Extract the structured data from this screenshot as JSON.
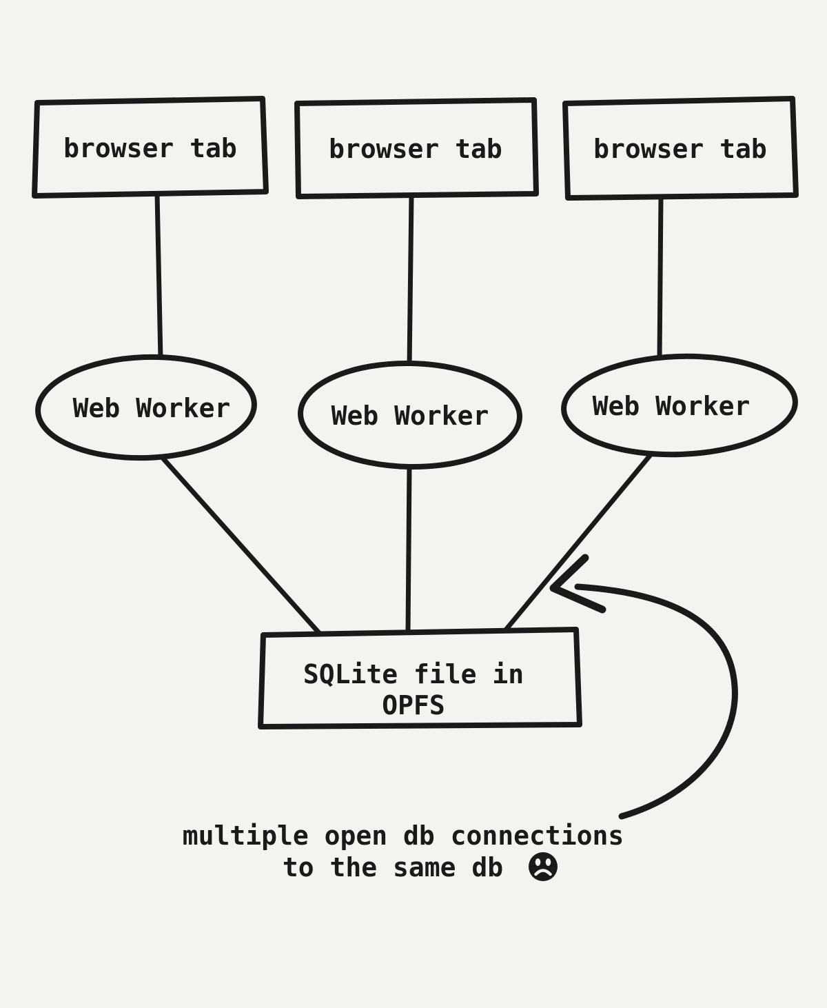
{
  "theme": {
    "background": "#f5f3ef",
    "ink": "#1a1a1a"
  },
  "diagram": {
    "tabs": [
      {
        "label": "browser tab"
      },
      {
        "label": "browser tab"
      },
      {
        "label": "browser tab"
      }
    ],
    "workers": [
      {
        "label": "Web Worker"
      },
      {
        "label": "Web Worker"
      },
      {
        "label": "Web Worker"
      }
    ],
    "db": {
      "line1": "SQLite file in",
      "line2": "OPFS"
    },
    "annotation": {
      "line1": "multiple open db connections",
      "line2": "to the same db",
      "icon": "frowning-face"
    }
  }
}
